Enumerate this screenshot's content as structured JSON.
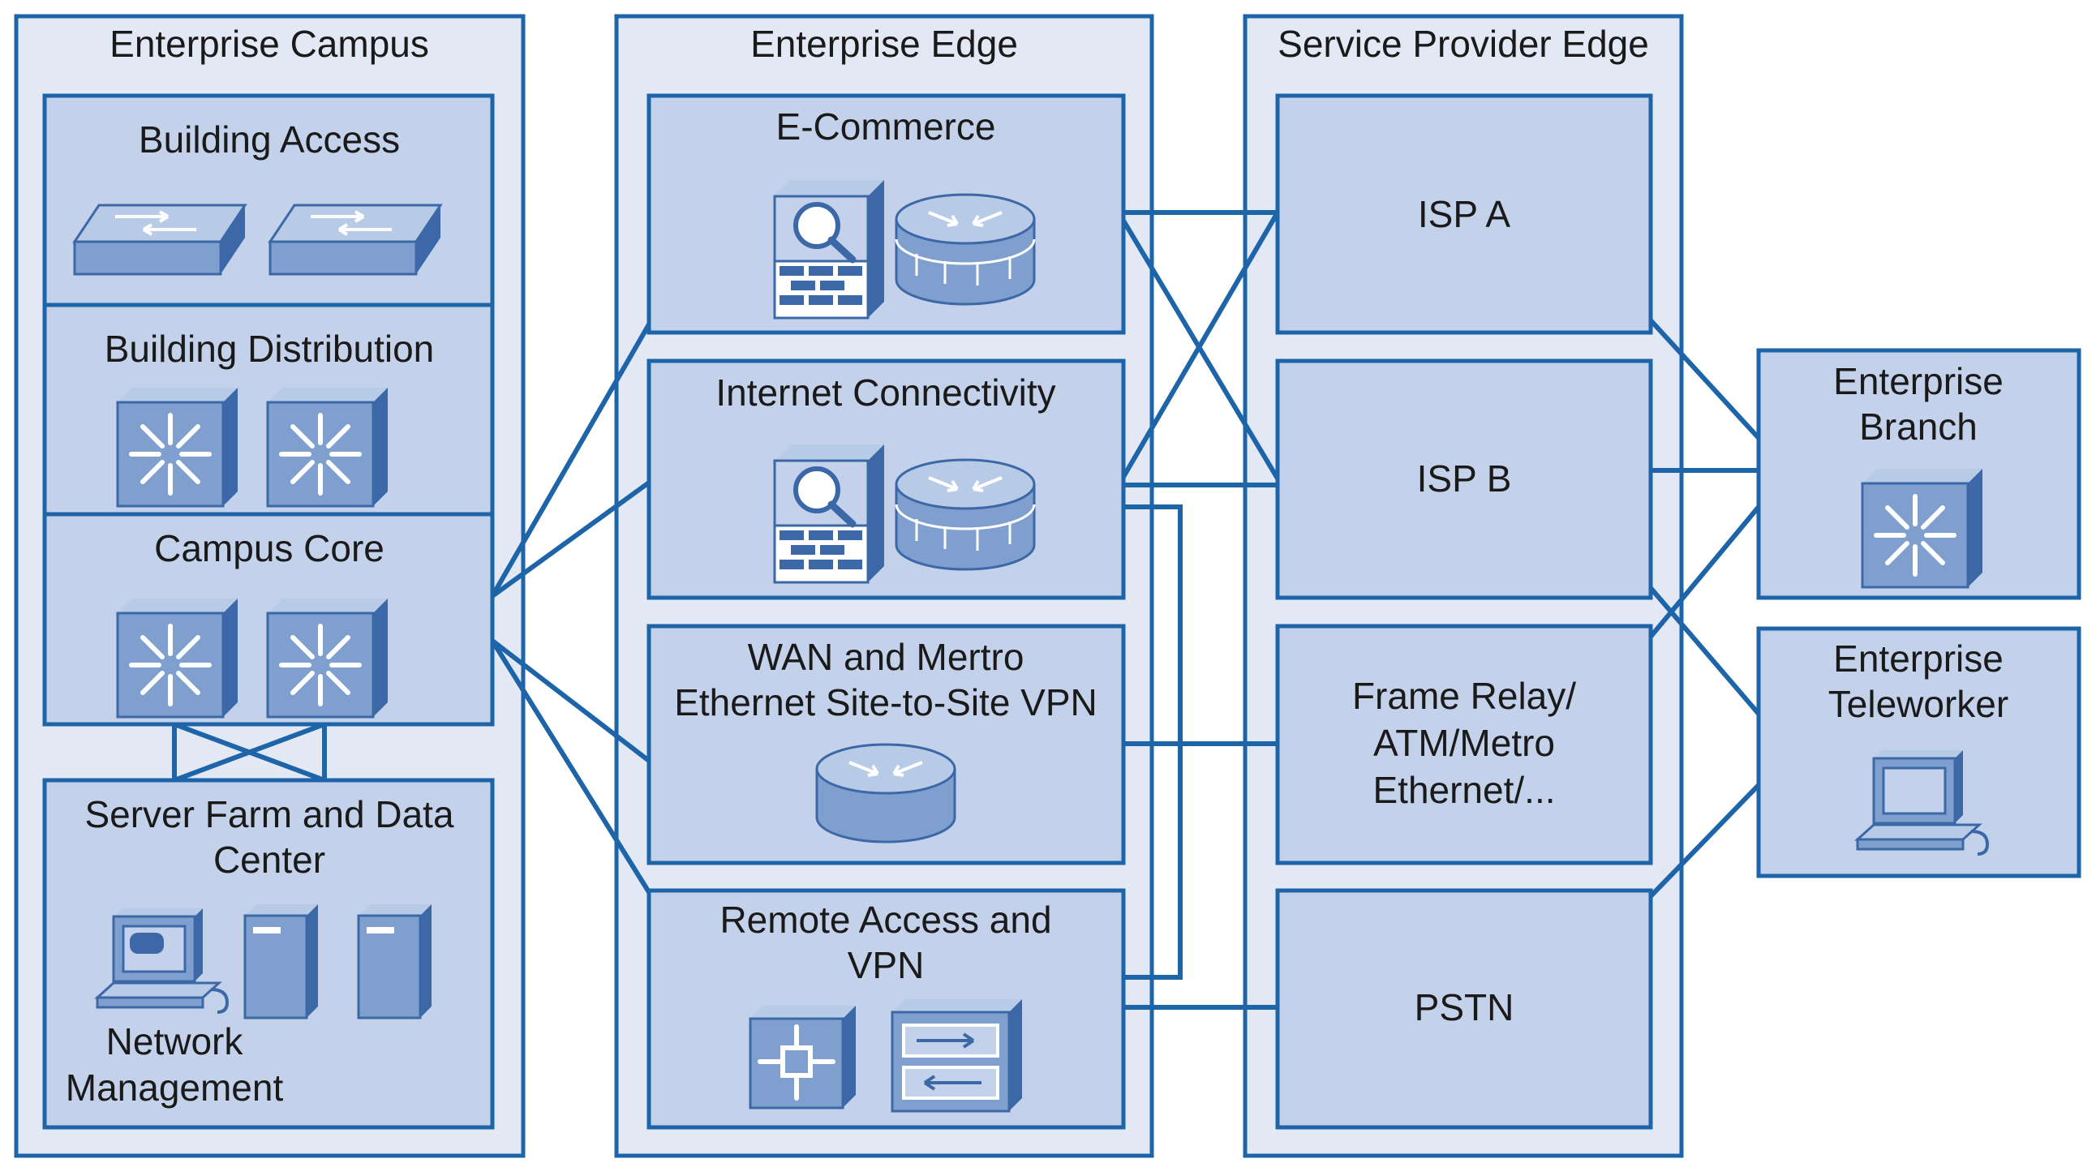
{
  "colors": {
    "outer_fill": "#e2e8f4",
    "inner_fill": "#c3d1ea",
    "border": "#1d64a8",
    "link": "#1d64a8",
    "device_light": "#b8cbe6",
    "device_mid": "#7f9fcf",
    "device_dark": "#3d68a8"
  },
  "columns": {
    "campus": {
      "title": "Enterprise Campus",
      "modules": {
        "building_access": {
          "label": "Building Access",
          "icons": [
            "switch-icon",
            "switch-icon"
          ]
        },
        "building_distribution": {
          "label": "Building Distribution",
          "icons": [
            "multilayer-switch-icon",
            "multilayer-switch-icon"
          ]
        },
        "campus_core": {
          "label": "Campus Core",
          "icons": [
            "multilayer-switch-icon",
            "multilayer-switch-icon"
          ]
        },
        "server_farm": {
          "label_line1": "Server Farm and Data",
          "label_line2": "Center",
          "sub_label_line1": "Network",
          "sub_label_line2": "Management",
          "icons": [
            "workstation-icon",
            "server-icon",
            "server-icon"
          ]
        }
      }
    },
    "edge": {
      "title": "Enterprise Edge",
      "modules": {
        "ecommerce": {
          "label": "E-Commerce",
          "icons": [
            "firewall-icon",
            "router-icon"
          ]
        },
        "internet": {
          "label": "Internet Connectivity",
          "icons": [
            "firewall-icon",
            "router-icon"
          ]
        },
        "wan": {
          "label_line1": "WAN and Mertro",
          "label_line2": "Ethernet Site-to-Site VPN",
          "icons": [
            "router-icon"
          ]
        },
        "remote": {
          "label_line1": "Remote Access and",
          "label_line2": "VPN",
          "icons": [
            "vpn-concentrator-icon",
            "access-server-icon"
          ]
        }
      }
    },
    "sp": {
      "title": "Service Provider Edge",
      "modules": {
        "isp_a": {
          "label": "ISP A"
        },
        "isp_b": {
          "label": "ISP B"
        },
        "frame": {
          "label_line1": "Frame Relay/",
          "label_line2": "ATM/Metro",
          "label_line3": "Ethernet/..."
        },
        "pstn": {
          "label": "PSTN"
        }
      }
    },
    "remote_sites": {
      "branch": {
        "label_line1": "Enterprise",
        "label_line2": "Branch",
        "icons": [
          "multilayer-switch-icon"
        ]
      },
      "teleworker": {
        "label_line1": "Enterprise",
        "label_line2": "Teleworker",
        "icons": [
          "workstation-icon"
        ]
      }
    }
  }
}
